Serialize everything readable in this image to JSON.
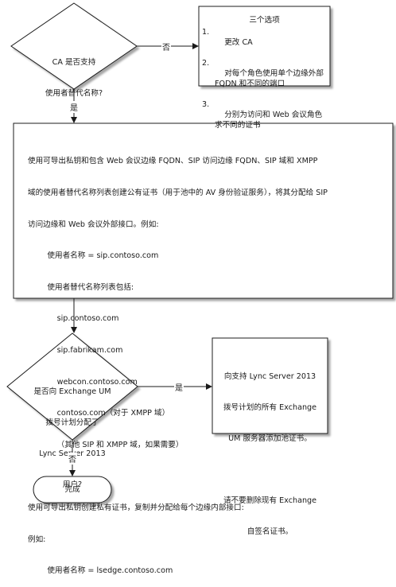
{
  "diagram": {
    "decision_ca": {
      "lines": [
        "CA 是否支持",
        "使用者替代名称?"
      ]
    },
    "label_no_top": "否",
    "label_yes_top": "是",
    "options_box": {
      "title": "三个选项",
      "items": [
        {
          "num": "1.",
          "text": "更改 CA"
        },
        {
          "num": "2.",
          "text": "对每个角色使用单个边缘外部\nFQDN 和不同的端口"
        },
        {
          "num": "3.",
          "text": "分别为访问和 Web 会议角色\n求不同的证书"
        }
      ]
    },
    "main_box": {
      "lines": [
        "使用可导出私钥和包含 Web 会议边缘 FQDN、SIP 访问边缘 FQDN、SIP 域和 XMPP",
        "域的使用者替代名称列表创建公有证书（用于池中的 AV 身份验证服务），将其分配给 SIP",
        "访问边缘和 Web 会议外部接口。例如:",
        "        使用者名称 = sip.contoso.com",
        "        使用者替代名称列表包括:",
        "            sip.contoso.com",
        "            sip.fabrikam.com",
        "            webcon.contoso.com",
        "            contoso.com（对于 XMPP 域）",
        "            （其他 SIP 和 XMPP 域，如果需要）",
        "",
        "使用可导出私钥创建私有证书，复制并分配给每个边缘内部接口:",
        "例如:",
        "        使用者名称 = lsedge.contoso.com"
      ]
    },
    "decision_um": {
      "lines": [
        "是否向 Exchange UM",
        "拨号计划分配了",
        "Lync Server 2013",
        "用户?"
      ]
    },
    "label_yes_bottom": "是",
    "label_no_bottom": "否",
    "um_box": {
      "lines": [
        "向支持 Lync Server 2013",
        "拨号计划的所有 Exchange",
        "UM 服务器添加池证书。",
        "",
        "请不要删除现有 Exchange",
        "自签名证书。"
      ]
    },
    "end_terminal": "完成"
  }
}
